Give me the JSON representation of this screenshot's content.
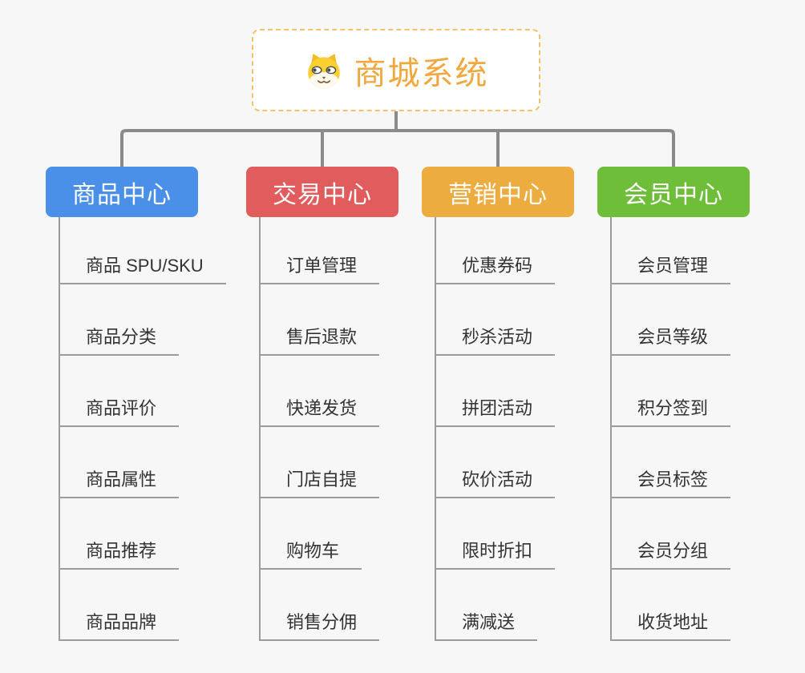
{
  "root": {
    "title": "商城系统",
    "icon": "dog-face"
  },
  "branches": [
    {
      "label": "商品中心",
      "color": "#4b90e8",
      "items": [
        "商品 SPU/SKU",
        "商品分类",
        "商品评价",
        "商品属性",
        "商品推荐",
        "商品品牌"
      ]
    },
    {
      "label": "交易中心",
      "color": "#e15c5c",
      "items": [
        "订单管理",
        "售后退款",
        "快递发货",
        "门店自提",
        "购物车",
        "销售分佣"
      ]
    },
    {
      "label": "营销中心",
      "color": "#edac3f",
      "items": [
        "优惠券码",
        "秒杀活动",
        "拼团活动",
        "砍价活动",
        "限时折扣",
        "满减送"
      ]
    },
    {
      "label": "会员中心",
      "color": "#6ebe3a",
      "items": [
        "会员管理",
        "会员等级",
        "积分签到",
        "会员标签",
        "会员分组",
        "收货地址"
      ]
    }
  ],
  "colors": {
    "background": "#f7f7f7",
    "connector": "#8b8b8b",
    "branch_line": "#9c9c9c",
    "item_text": "#333333",
    "root_border": "#f5c26b",
    "root_text": "#f0a83e",
    "header_text": "#ffffff"
  }
}
